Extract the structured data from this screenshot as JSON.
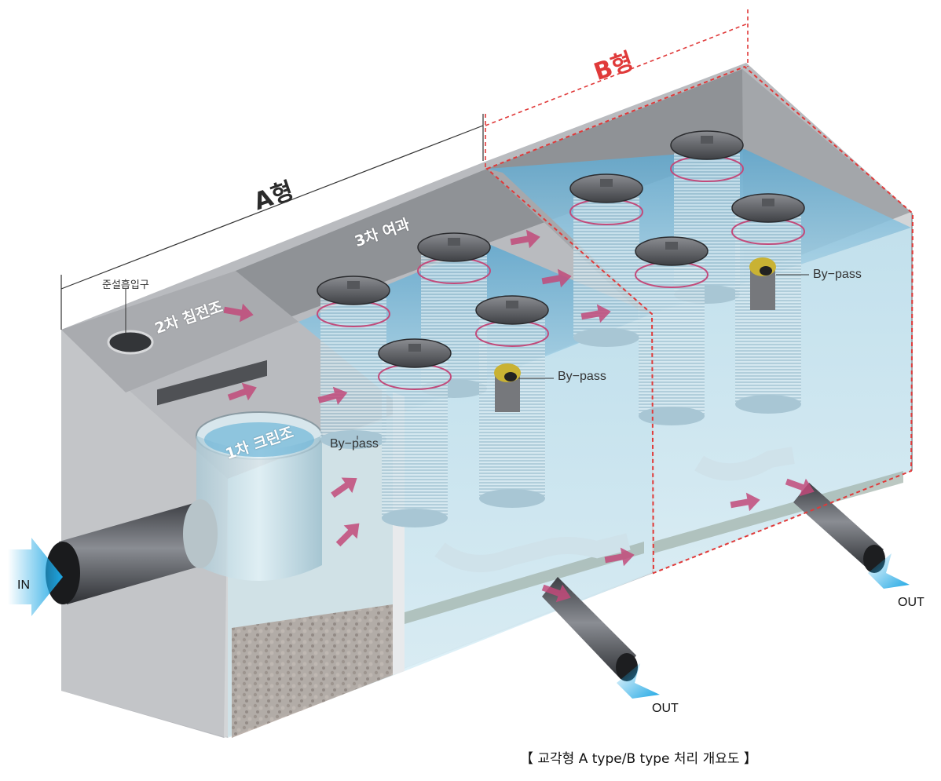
{
  "type_labels": {
    "type_a": "A형",
    "type_b": "B형"
  },
  "stages": {
    "stage1": "1차 크린조",
    "stage2": "2차 침전조",
    "stage3": "3차 여과"
  },
  "inlet_label": "준설흡입구",
  "bypass_label": "By−pass",
  "flow": {
    "in": "IN",
    "out": "OUT"
  },
  "caption": "【 교각형 A type/B type 처리 개요도 】",
  "colors": {
    "tank_gray": "#9a9ca0",
    "water_blue": "#9fd3ea",
    "arrow_pink": "#c24a7a",
    "flow_cyan": "#1ea7e4",
    "type_b_red": "#e03a3a",
    "bypass_yellow": "#c9b233"
  },
  "icons": {
    "flow_arrow": "arrow-icon",
    "filter_cartridge": "filter-cartridge-icon"
  }
}
